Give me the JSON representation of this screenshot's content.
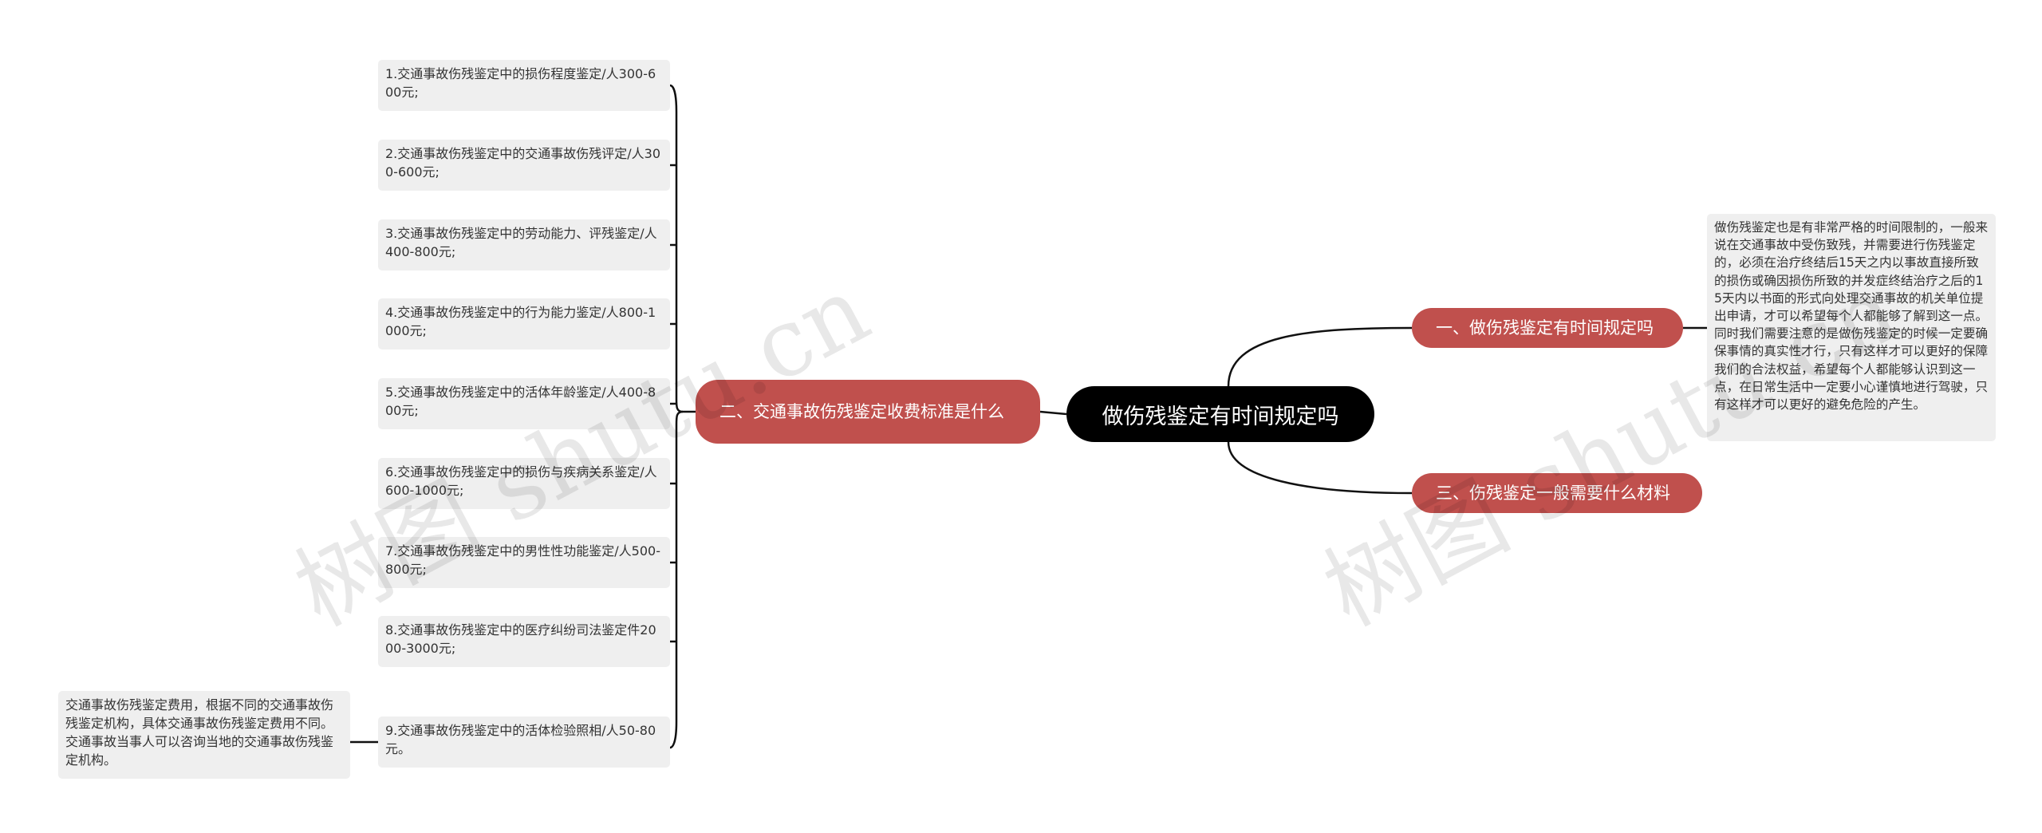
{
  "root": {
    "label": "做伤残鉴定有时间规定吗"
  },
  "branches": {
    "b1": {
      "label": "一、做伤残鉴定有时间规定吗"
    },
    "b2": {
      "label": "二、交通事故伤残鉴定收费标准是什么"
    },
    "b3": {
      "label": "三、伤残鉴定一般需要什么材料"
    }
  },
  "notes": {
    "b1": "做伤残鉴定也是有非常严格的时间限制的，一般来说在交通事故中受伤致残，并需要进行伤残鉴定的，必须在治疗终结后15天之内以事故直接所致的损伤或确因损伤所致的并发症终结治疗之后的15天内以书面的形式向处理交通事故的机关单位提出申请，才可以希望每个人都能够了解到这一点。同时我们需要注意的是做伤残鉴定的时候一定要确保事情的真实性才行，只有这样才可以更好的保障我们的合法权益，希望每个人都能够认识到这一点，在日常生活中一定要小心谨慎地进行驾驶，只有这样才可以更好的避免危险的产生。",
    "leaf9": "交通事故伤残鉴定费用，根据不同的交通事故伤残鉴定机构，具体交通事故伤残鉴定费用不同。交通事故当事人可以咨询当地的交通事故伤残鉴定机构。"
  },
  "leaves": [
    "1.交通事故伤残鉴定中的损伤程度鉴定/人300-600元;",
    "2.交通事故伤残鉴定中的交通事故伤残评定/人300-600元;",
    "3.交通事故伤残鉴定中的劳动能力、评残鉴定/人400-800元;",
    "4.交通事故伤残鉴定中的行为能力鉴定/人800-1000元;",
    "5.交通事故伤残鉴定中的活体年龄鉴定/人400-800元;",
    "6.交通事故伤残鉴定中的损伤与疾病关系鉴定/人600-1000元;",
    "7.交通事故伤残鉴定中的男性性功能鉴定/人500-800元;",
    "8.交通事故伤残鉴定中的医疗纠纷司法鉴定件2000-3000元;",
    "9.交通事故伤残鉴定中的活体检验照相/人50-80元。"
  ],
  "watermark": "树图 shutu.cn"
}
